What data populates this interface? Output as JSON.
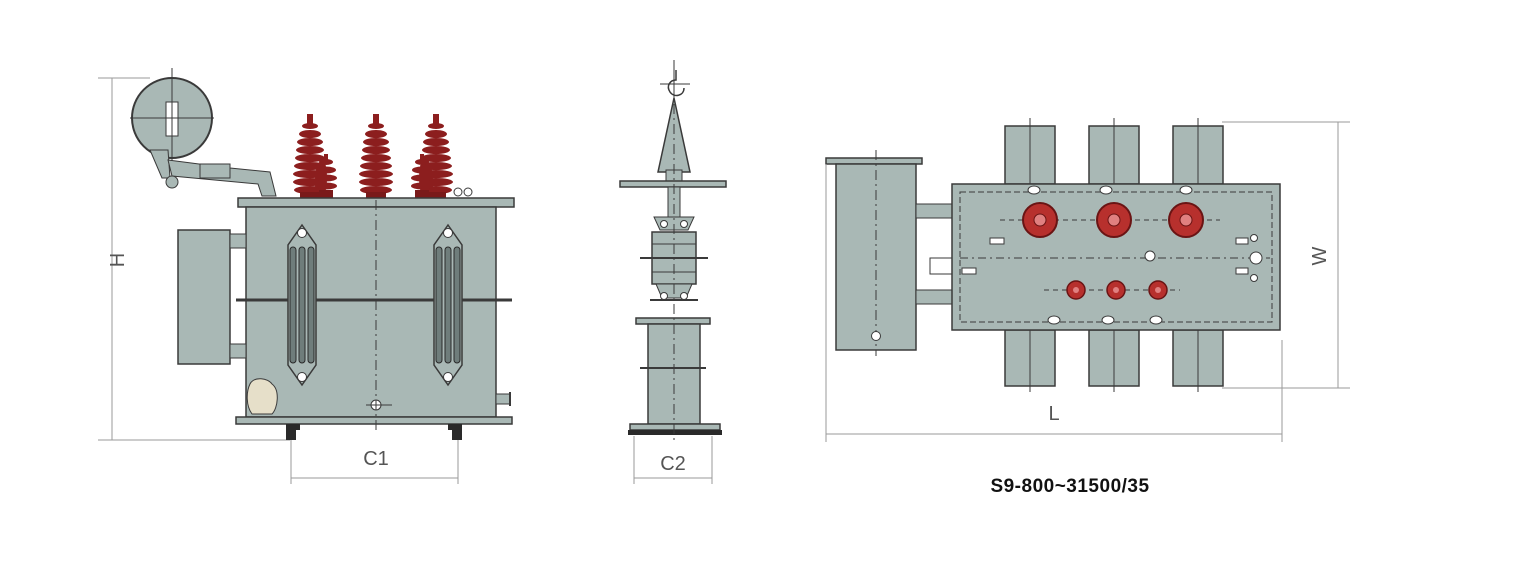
{
  "labels": {
    "height": "H",
    "width": "W",
    "length": "L",
    "c1": "C1",
    "c2": "C2",
    "model": "S9-800~31500/35"
  },
  "colors": {
    "tank": "#a9b8b5",
    "tank_dark": "#8e9e9b",
    "outline": "#3a3a3a",
    "bushing": "#8c1e1e",
    "bushing_light": "#b7302d",
    "dimension": "#9a9a9a",
    "insulator": "#ffffff"
  }
}
